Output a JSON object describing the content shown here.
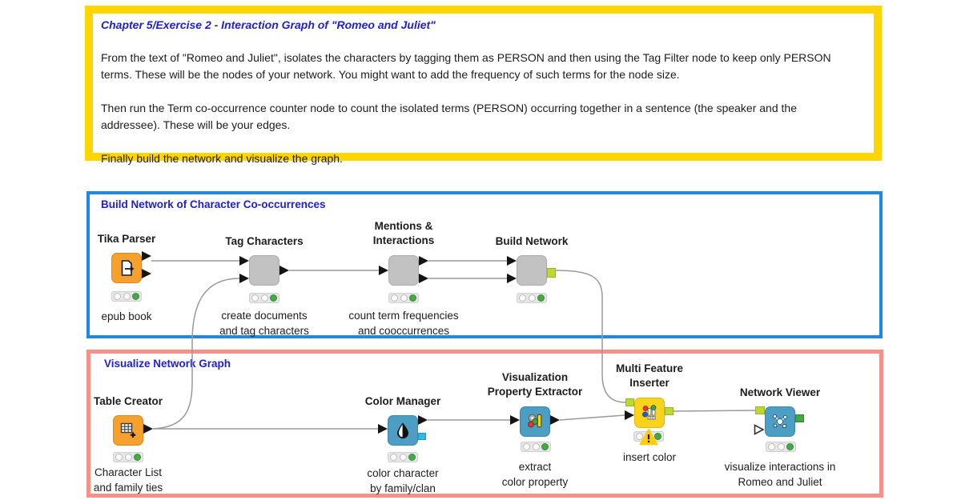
{
  "annotation": {
    "title": "Chapter 5/Exercise 2 - Interaction Graph of \"Romeo and Juliet\"",
    "paragraphs": [
      "From the text of \"Romeo and Juliet\", isolates the characters by tagging them as PERSON and then using the Tag Filter node to keep only PERSON\nterms. These will be the nodes of your network. You might want to add the frequency of such terms for the node size.",
      "Then run the Term co-occurrence counter node to count the isolated terms (PERSON) occurring together in a sentence (the speaker and the\naddressee). These will be your edges.",
      "Finally build the network and visualize the graph."
    ]
  },
  "groups": {
    "build": {
      "title": "Build Network of Character Co-occurrences"
    },
    "visualize": {
      "title": "Visualize Network Graph"
    }
  },
  "nodes": [
    {
      "label": "Tika Parser",
      "caption": "epub book",
      "icon": "document-export-icon",
      "node_color": "#F6A02D",
      "status": "executed"
    },
    {
      "label": "Tag Characters",
      "caption": "create documents\nand tag characters",
      "icon": "metanode-blank",
      "node_color": "#C2C2C2",
      "status": "executed"
    },
    {
      "label": "Mentions &\nInteractions",
      "caption": "count term frequencies\nand cooccurrences",
      "icon": "metanode-blank",
      "node_color": "#C2C2C2",
      "status": "executed"
    },
    {
      "label": "Build Network",
      "caption": "",
      "icon": "metanode-blank",
      "node_color": "#C2C2C2",
      "status": "executed"
    },
    {
      "label": "Table Creator",
      "caption": "Character List\nand family ties",
      "icon": "table-plus-icon",
      "node_color": "#F6A02D",
      "status": "executed"
    },
    {
      "label": "Color Manager",
      "caption": "color character\nby family/clan",
      "icon": "color-droplet-icon",
      "node_color": "#4C9EC4",
      "status": "executed"
    },
    {
      "label": "Visualization\nProperty Extractor",
      "caption": "extract\ncolor property",
      "icon": "property-extractor-icon",
      "node_color": "#4C9EC4",
      "status": "executed"
    },
    {
      "label": "Multi Feature\nInserter",
      "caption": "insert color",
      "icon": "feature-inserter-icon",
      "node_color": "#FBD31B",
      "status": "executed-with-warning"
    },
    {
      "label": "Network Viewer",
      "caption": "visualize interactions in\nRomeo and Juliet",
      "icon": "network-graph-icon",
      "node_color": "#4C9EC4",
      "status": "executed"
    }
  ],
  "colors": {
    "annotation_border": "#FFD500",
    "build_group_border": "#1E88E5",
    "visualize_group_border": "#F4918B",
    "annotation_text_blue": "#2020D2",
    "status_green": "#46A846",
    "warning_yellow": "#FFCE0A",
    "data_port_black": "#141414",
    "network_port_lime": "#BED731",
    "image_port_green": "#42A942",
    "color_port_cyan": "#2EB8E6",
    "wire_gray": "#9A9A9A"
  }
}
